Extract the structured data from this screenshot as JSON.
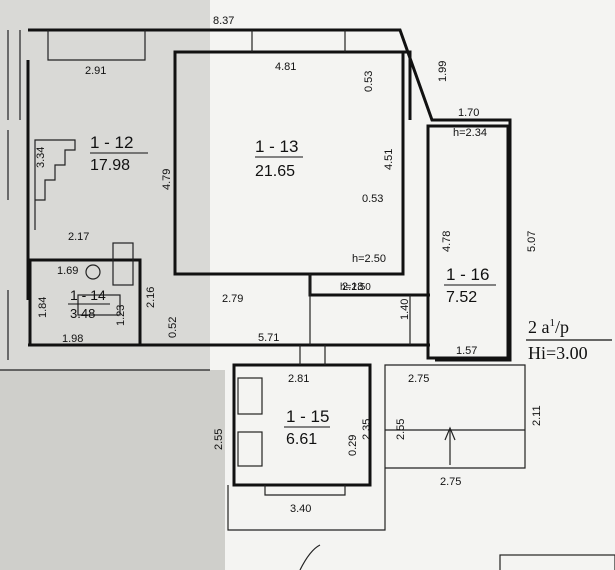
{
  "rooms": [
    {
      "id": "1 - 12",
      "area": "17.98"
    },
    {
      "id": "1 - 13",
      "area": "21.65"
    },
    {
      "id": "1 - 14",
      "area": "3.48"
    },
    {
      "id": "1 - 15",
      "area": "6.61"
    },
    {
      "id": "1 - 16",
      "area": "7.52"
    }
  ],
  "dimensions": {
    "d837": "8.37",
    "d291": "2.91",
    "d481": "4.81",
    "d053a": "0.53",
    "d199": "1.99",
    "d170": "1.70",
    "h234": "h=2.34",
    "d451": "4.51",
    "d053b": "0.53",
    "d479": "4.79",
    "d334": "3.34",
    "d217": "2.17",
    "d169": "1.69",
    "d184": "1.84",
    "d123": "1.23",
    "d198": "1.98",
    "d216": "2.16",
    "d052": "0.52",
    "d279": "2.79",
    "d218": "2.18",
    "h250": "h=2.50",
    "d478": "4.78",
    "d507": "5.07",
    "d140": "1.40",
    "d571": "5.71",
    "d157": "1.57",
    "d281": "2.81",
    "d275a": "2.75",
    "d255a": "2.55",
    "d029": "0.29",
    "d235": "2.35",
    "d255b": "2.55",
    "d211": "2.11",
    "d275b": "2.75",
    "d340": "3.40"
  },
  "notes": {
    "floor": "2 a",
    "floor_sup": "1",
    "floor_suffix": "/p",
    "height": "Hi=3.00"
  }
}
